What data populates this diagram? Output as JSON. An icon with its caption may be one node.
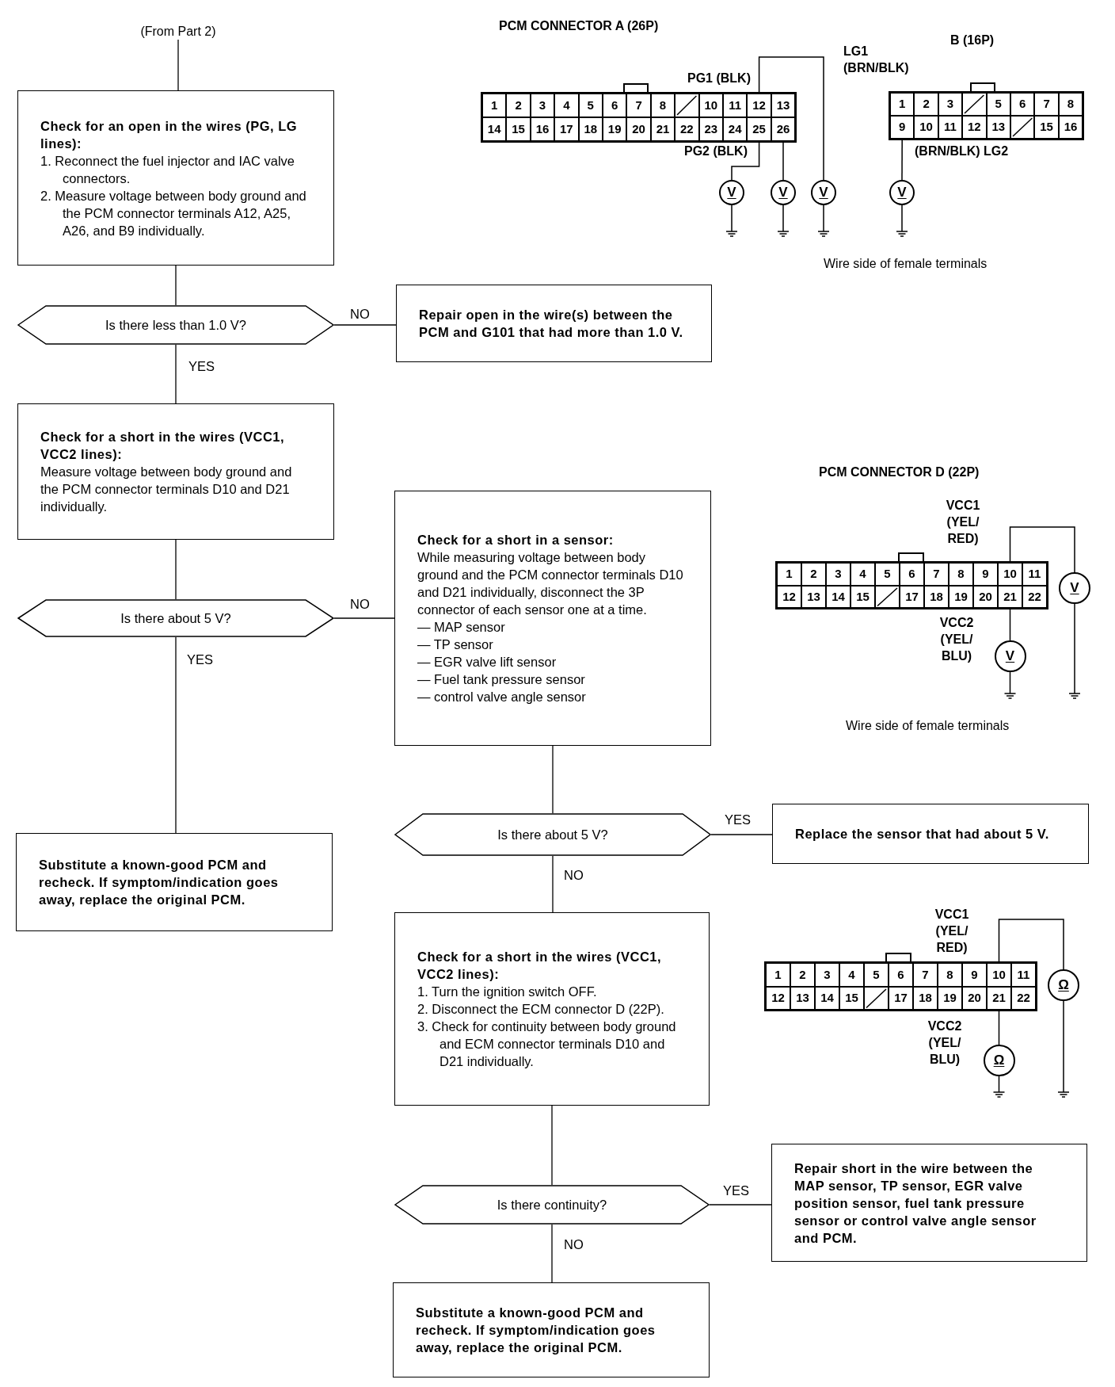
{
  "diagram": {
    "nodes": [
      {
        "text": [
          "(From Part 2)"
        ]
      },
      {
        "text": [
          "Check for an open in the wires (PG, LG lines):",
          "1. Reconnect the fuel injector and IAC valve connectors.",
          "2. Measure voltage between body ground and the PCM connector terminals A12, A25, A26, and B9 individually."
        ]
      },
      {
        "text": [
          "Is there less than 1.0 V?"
        ]
      },
      {
        "text": [
          "Repair open in the wire(s) between the PCM and G101 that had more than 1.0 V."
        ]
      },
      {
        "text": [
          "Check for a short in the wires (VCC1, VCC2 lines):",
          "Measure voltage between body ground and the PCM connector terminals D10 and D21 individually."
        ]
      },
      {
        "text": [
          "Is there about 5 V?"
        ]
      },
      {
        "text": [
          "Check for a short in a sensor:",
          "While measuring voltage between body ground and the PCM connector terminals D10 and D21 individually, disconnect the 3P connector of each sensor one at a time.",
          "— MAP sensor",
          "— TP sensor",
          "— EGR valve lift sensor",
          "— Fuel tank pressure sensor",
          "— control valve angle sensor"
        ]
      },
      {
        "text": [
          "Substitute a known-good PCM and recheck. If symptom/indication goes away, replace the original PCM."
        ]
      },
      {
        "text": [
          "Is there about 5 V?"
        ]
      },
      {
        "text": [
          "Replace the sensor that had about 5 V."
        ]
      },
      {
        "text": [
          "Check for a short in the wires (VCC1, VCC2 lines):",
          "1. Turn the ignition switch OFF.",
          "2. Disconnect the ECM connector D (22P).",
          "3. Check for continuity between body ground and ECM connector terminals D10 and D21 individually."
        ]
      },
      {
        "text": [
          "Is there continuity?"
        ]
      },
      {
        "text": [
          "Repair short in the wire between the MAP sensor, TP sensor, EGR valve position sensor, fuel tank pressure sensor or control valve angle sensor and PCM."
        ]
      },
      {
        "text": [
          "Substitute a known-good PCM and recheck. If symptom/indication goes away, replace the original PCM."
        ]
      },
      {
        "text": [],
        "shape": "box"
      },
      {
        "text": [
          "1"
        ],
        "in": 14
      },
      {
        "text": [
          "2"
        ],
        "in": 14
      },
      {
        "text": [
          "3"
        ],
        "in": 14
      },
      {
        "text": [
          "4"
        ],
        "in": 14
      },
      {
        "text": [
          "5"
        ],
        "in": 14
      },
      {
        "text": [
          "6"
        ],
        "in": 14
      },
      {
        "text": [
          "7"
        ],
        "in": 14
      },
      {
        "text": [
          "8"
        ],
        "in": 14
      },
      {
        "text": [
          "10"
        ],
        "in": 14
      },
      {
        "text": [
          "11"
        ],
        "in": 14
      },
      {
        "text": [
          "12"
        ],
        "in": 14
      },
      {
        "text": [
          "13"
        ],
        "in": 14
      },
      {
        "text": [
          "14"
        ],
        "in": 14
      },
      {
        "text": [
          "15"
        ],
        "in": 14
      },
      {
        "text": [
          "16"
        ],
        "in": 14
      },
      {
        "text": [
          "17"
        ],
        "in": 14
      },
      {
        "text": [
          "18"
        ],
        "in": 14
      },
      {
        "text": [
          "19"
        ],
        "in": 14
      },
      {
        "text": [
          "20"
        ],
        "in": 14
      },
      {
        "text": [
          "21"
        ],
        "in": 14
      },
      {
        "text": [
          "22"
        ],
        "in": 14
      },
      {
        "text": [
          "23"
        ],
        "in": 14
      },
      {
        "text": [
          "24"
        ],
        "in": 14
      },
      {
        "text": [
          "25"
        ],
        "in": 14
      },
      {
        "text": [
          "26"
        ],
        "in": 14
      },
      {
        "text": [],
        "shape": "box"
      },
      {
        "text": [
          "1"
        ],
        "in": 40
      },
      {
        "text": [
          "2"
        ],
        "in": 40
      },
      {
        "text": [
          "3"
        ],
        "in": 40
      },
      {
        "text": [
          "5"
        ],
        "in": 40
      },
      {
        "text": [
          "6"
        ],
        "in": 40
      },
      {
        "text": [
          "7"
        ],
        "in": 40
      },
      {
        "text": [
          "8"
        ],
        "in": 40
      },
      {
        "text": [
          "9"
        ],
        "in": 40
      },
      {
        "text": [
          "10"
        ],
        "in": 40
      },
      {
        "text": [
          "11"
        ],
        "in": 40
      },
      {
        "text": [
          "12"
        ],
        "in": 40
      },
      {
        "text": [
          "13"
        ],
        "in": 40
      },
      {
        "text": [
          "15"
        ],
        "in": 40
      },
      {
        "text": [
          "16"
        ],
        "in": 40
      },
      {
        "text": [
          "V"
        ]
      },
      {
        "text": [
          "V"
        ]
      },
      {
        "text": [
          "V"
        ]
      },
      {
        "text": [
          "V"
        ]
      },
      {
        "text": [],
        "shape": "box"
      },
      {
        "text": [
          "1"
        ],
        "in": 59
      },
      {
        "text": [
          "2"
        ],
        "in": 59
      },
      {
        "text": [
          "3"
        ],
        "in": 59
      },
      {
        "text": [
          "4"
        ],
        "in": 59
      },
      {
        "text": [
          "5"
        ],
        "in": 59
      },
      {
        "text": [
          "6"
        ],
        "in": 59
      },
      {
        "text": [
          "7"
        ],
        "in": 59
      },
      {
        "text": [
          "8"
        ],
        "in": 59
      },
      {
        "text": [
          "9"
        ],
        "in": 59
      },
      {
        "text": [
          "10"
        ],
        "in": 59
      },
      {
        "text": [
          "11"
        ],
        "in": 59
      },
      {
        "text": [
          "12"
        ],
        "in": 59
      },
      {
        "text": [
          "13"
        ],
        "in": 59
      },
      {
        "text": [
          "14"
        ],
        "in": 59
      },
      {
        "text": [
          "15"
        ],
        "in": 59
      },
      {
        "text": [
          "17"
        ],
        "in": 59
      },
      {
        "text": [
          "18"
        ],
        "in": 59
      },
      {
        "text": [
          "19"
        ],
        "in": 59
      },
      {
        "text": [
          "20"
        ],
        "in": 59
      },
      {
        "text": [
          "21"
        ],
        "in": 59
      },
      {
        "text": [
          "22"
        ],
        "in": 59
      },
      {
        "text": [
          "V"
        ]
      },
      {
        "text": [
          "V"
        ]
      },
      {
        "text": [],
        "shape": "box"
      },
      {
        "text": [
          "1"
        ],
        "in": 83
      },
      {
        "text": [
          "2"
        ],
        "in": 83
      },
      {
        "text": [
          "3"
        ],
        "in": 83
      },
      {
        "text": [
          "4"
        ],
        "in": 83
      },
      {
        "text": [
          "5"
        ],
        "in": 83
      },
      {
        "text": [
          "6"
        ],
        "in": 83
      },
      {
        "text": [
          "7"
        ],
        "in": 83
      },
      {
        "text": [
          "8"
        ],
        "in": 83
      },
      {
        "text": [
          "9"
        ],
        "in": 83
      },
      {
        "text": [
          "10"
        ],
        "in": 83
      },
      {
        "text": [
          "11"
        ],
        "in": 83
      },
      {
        "text": [
          "12"
        ],
        "in": 83
      },
      {
        "text": [
          "13"
        ],
        "in": 83
      },
      {
        "text": [
          "14"
        ],
        "in": 83
      },
      {
        "text": [
          "15"
        ],
        "in": 83
      },
      {
        "text": [
          "17"
        ],
        "in": 83
      },
      {
        "text": [
          "18"
        ],
        "in": 83
      },
      {
        "text": [
          "19"
        ],
        "in": 83
      },
      {
        "text": [
          "20"
        ],
        "in": 83
      },
      {
        "text": [
          "21"
        ],
        "in": 83
      },
      {
        "text": [
          "22"
        ],
        "in": 83
      },
      {
        "text": [
          "Ω"
        ]
      },
      {
        "text": [
          "Ω"
        ]
      },
      {
        "text": [],
        "shape": "box",
        "in": 14
      },
      {
        "text": [],
        "shape": "box",
        "in": 40
      },
      {
        "text": [],
        "shape": "box",
        "in": 40
      },
      {
        "text": [],
        "shape": "box",
        "in": 59
      },
      {
        "text": [],
        "shape": "box",
        "in": 83
      }
    ],
    "edges": [
      {
        "from": 0,
        "to": 1,
        "arrow": "none"
      },
      {
        "from": 1,
        "to": 2,
        "arrow": "none"
      },
      {
        "from": 2,
        "to": 3,
        "arrow": "none",
        "label": "NO"
      },
      {
        "from": 2,
        "to": 4,
        "arrow": "none",
        "label": "YES"
      },
      {
        "from": 4,
        "to": 5,
        "arrow": "none"
      },
      {
        "from": 5,
        "to": 6,
        "arrow": "none",
        "label": "NO"
      },
      {
        "from": 5,
        "to": 7,
        "arrow": "none",
        "label": "YES"
      },
      {
        "from": 6,
        "to": 8,
        "arrow": "none"
      },
      {
        "from": 8,
        "to": 9,
        "arrow": "none",
        "label": "YES"
      },
      {
        "from": 8,
        "to": 10,
        "arrow": "none",
        "label": "NO"
      },
      {
        "from": 10,
        "to": 11,
        "arrow": "none"
      },
      {
        "from": 11,
        "to": 12,
        "arrow": "none",
        "label": "YES"
      },
      {
        "from": 11,
        "to": 13,
        "arrow": "none",
        "label": "NO"
      },
      {
        "from": 25,
        "to": 57,
        "arrow": "none"
      },
      {
        "from": 38,
        "to": 55,
        "arrow": "none"
      },
      {
        "from": 39,
        "to": 56,
        "arrow": "none"
      },
      {
        "from": 48,
        "to": 58,
        "arrow": "none"
      },
      {
        "from": 69,
        "to": 81,
        "arrow": "none"
      },
      {
        "from": 79,
        "to": 82,
        "arrow": "none"
      },
      {
        "from": 93,
        "to": 105,
        "arrow": "none"
      },
      {
        "from": 103,
        "to": 106,
        "arrow": "none"
      }
    ],
    "labels": [
      "PCM CONNECTOR A (26P)",
      "LG1 (BRN/BLK)",
      "B (16P)",
      "PG1 (BLK)",
      "PG2 (BLK)",
      "(BRN/BLK) LG2",
      "Wire side of female terminals",
      "PCM CONNECTOR D (22P)",
      "VCC1 (YEL/ RED)",
      "VCC2 (YEL/ BLU)",
      "Wire side of female terminals",
      "VCC1 (YEL/ RED)",
      "VCC2 (YEL/ BLU)"
    ]
  }
}
